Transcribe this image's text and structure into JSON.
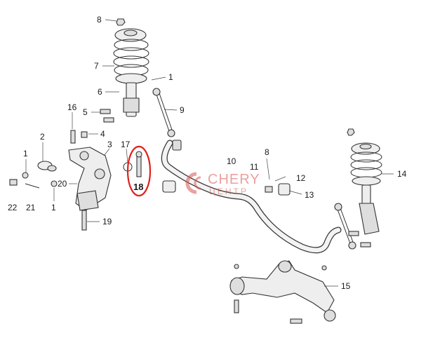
{
  "callouts": [
    {
      "id": "c1a",
      "text": "8"
    },
    {
      "id": "c2",
      "text": "7"
    },
    {
      "id": "c3",
      "text": "1"
    },
    {
      "id": "c4",
      "text": "6"
    },
    {
      "id": "c5",
      "text": "9"
    },
    {
      "id": "c6",
      "text": "16"
    },
    {
      "id": "c7",
      "text": "5"
    },
    {
      "id": "c8",
      "text": "4"
    },
    {
      "id": "c9",
      "text": "2"
    },
    {
      "id": "c10",
      "text": "3"
    },
    {
      "id": "c11",
      "text": "17"
    },
    {
      "id": "c12",
      "text": "18"
    },
    {
      "id": "c13",
      "text": "1"
    },
    {
      "id": "c14",
      "text": "20"
    },
    {
      "id": "c15",
      "text": "22"
    },
    {
      "id": "c16",
      "text": "21"
    },
    {
      "id": "c17",
      "text": "1"
    },
    {
      "id": "c18",
      "text": "19"
    },
    {
      "id": "c19",
      "text": "10"
    },
    {
      "id": "c20",
      "text": "8"
    },
    {
      "id": "c21",
      "text": "11"
    },
    {
      "id": "c22",
      "text": "12"
    },
    {
      "id": "c23",
      "text": "13"
    },
    {
      "id": "c24",
      "text": "14"
    },
    {
      "id": "c25",
      "text": "15"
    }
  ],
  "watermark": {
    "brand": "CHERY",
    "sub": "ЦЕНТР",
    "color": "#d9534f"
  },
  "highlight": {
    "part": "18",
    "color": "#e0201b"
  }
}
